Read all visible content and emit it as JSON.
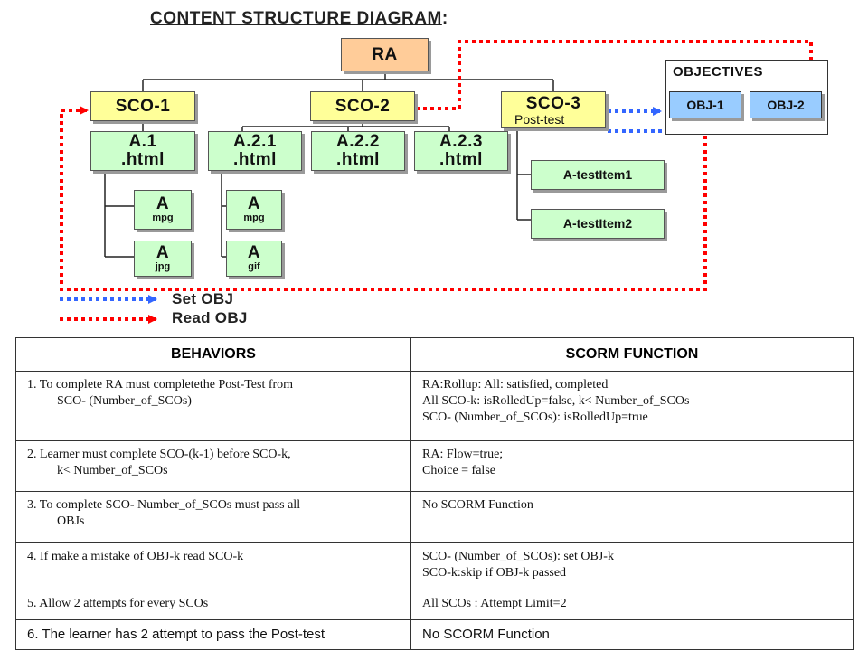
{
  "diagram": {
    "title": "CONTENT STRUCTURE DIAGRAM",
    "title_suffix": ":",
    "root": "RA",
    "scos": [
      {
        "label": "SCO-1"
      },
      {
        "label": "SCO-2"
      },
      {
        "label": "SCO-3",
        "sublabel": "Post-test"
      }
    ],
    "assets": {
      "a1": [
        "A.1",
        ".html"
      ],
      "a21": [
        "A.2.1",
        ".html"
      ],
      "a22": [
        "A.2.2",
        ".html"
      ],
      "a23": [
        "A.2.3",
        ".html"
      ],
      "a1_mpg": [
        "A",
        "mpg"
      ],
      "a1_jpg": [
        "A",
        "jpg"
      ],
      "a21_mpg": [
        "A",
        "mpg"
      ],
      "a21_gif": [
        "A",
        "gif"
      ],
      "test1": "A-testItem1",
      "test2": "A-testItem2"
    },
    "objectives": {
      "title": "OBJECTIVES",
      "items": [
        "OBJ-1",
        "OBJ-2"
      ]
    },
    "legend": {
      "set": "Set OBJ",
      "read": "Read OBJ"
    },
    "colors": {
      "set_line": "#3366ff",
      "read_line": "#ff0000",
      "sco_fill": "#ffff99",
      "asset_fill": "#ccffcc",
      "root_fill": "#ffcc99",
      "obj_fill": "#99ccff"
    }
  },
  "table": {
    "headers": [
      "BEHAVIORS",
      "SCORM FUNCTION"
    ],
    "rows": [
      {
        "behavior": [
          "1. To complete RA must completethe Post-Test  from",
          "SCO- (Number_of_SCOs)"
        ],
        "function": [
          "RA:Rollup: All: satisfied, completed",
          "All SCO-k: isRolledUp=false, k< Number_of_SCOs",
          "SCO- (Number_of_SCOs): isRolledUp=true"
        ]
      },
      {
        "behavior": [
          "2. Learner must complete SCO-(k-1) before SCO-k,",
          "k< Number_of_SCOs"
        ],
        "function": [
          "RA: Flow=true;",
          "Choice = false"
        ]
      },
      {
        "behavior": [
          "3. To complete SCO- Number_of_SCOs must pass all",
          "OBJs"
        ],
        "function": [
          "No SCORM Function"
        ]
      },
      {
        "behavior": [
          "4. If make a mistake of OBJ-k  read SCO-k"
        ],
        "function": [
          "SCO- (Number_of_SCOs): set OBJ-k",
          "SCO-k:skip if OBJ-k passed"
        ]
      },
      {
        "behavior": [
          "5. Allow 2 attempts for every  SCOs"
        ],
        "function": [
          "All SCOs : Attempt Limit=2"
        ]
      },
      {
        "behavior": [
          "6. The learner has 2 attempt to pass the Post-test"
        ],
        "function": [
          "No SCORM Function"
        ]
      }
    ]
  }
}
